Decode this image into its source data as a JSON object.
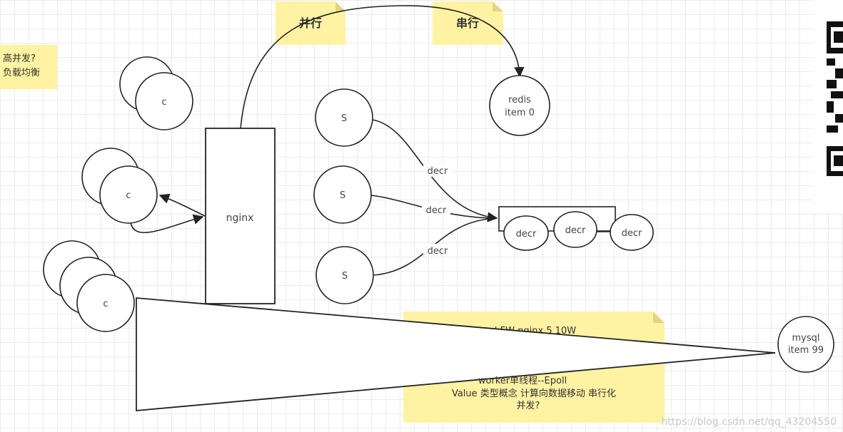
{
  "notes": {
    "high_concurrency": [
      "高并发?",
      "负载均衡"
    ],
    "parallel": "并行",
    "serial": "串行",
    "bottom": {
      "line1": "l  FW   nginx  5  10W",
      "line2": "worker单线程--Epoll",
      "line3": "Value  类型概念  计算向数据移动  串行化",
      "line4": "并发?"
    }
  },
  "nodes": {
    "client_label": "c",
    "nginx_label": "nginx",
    "server_label": "S",
    "redis_lines": [
      "redis",
      "item 0"
    ],
    "mysql_lines": [
      "mysql",
      "item 99"
    ]
  },
  "edges": {
    "decr_label": "decr"
  },
  "queue": {
    "items": [
      "decr",
      "decr",
      "decr"
    ]
  },
  "watermark": "https://blog.csdn.net/qq_43204550",
  "colors": {
    "sticky": "#fff3a3",
    "stroke": "#222222",
    "qr": "#111111"
  },
  "icons": {
    "qr": "qr-code-icon"
  }
}
